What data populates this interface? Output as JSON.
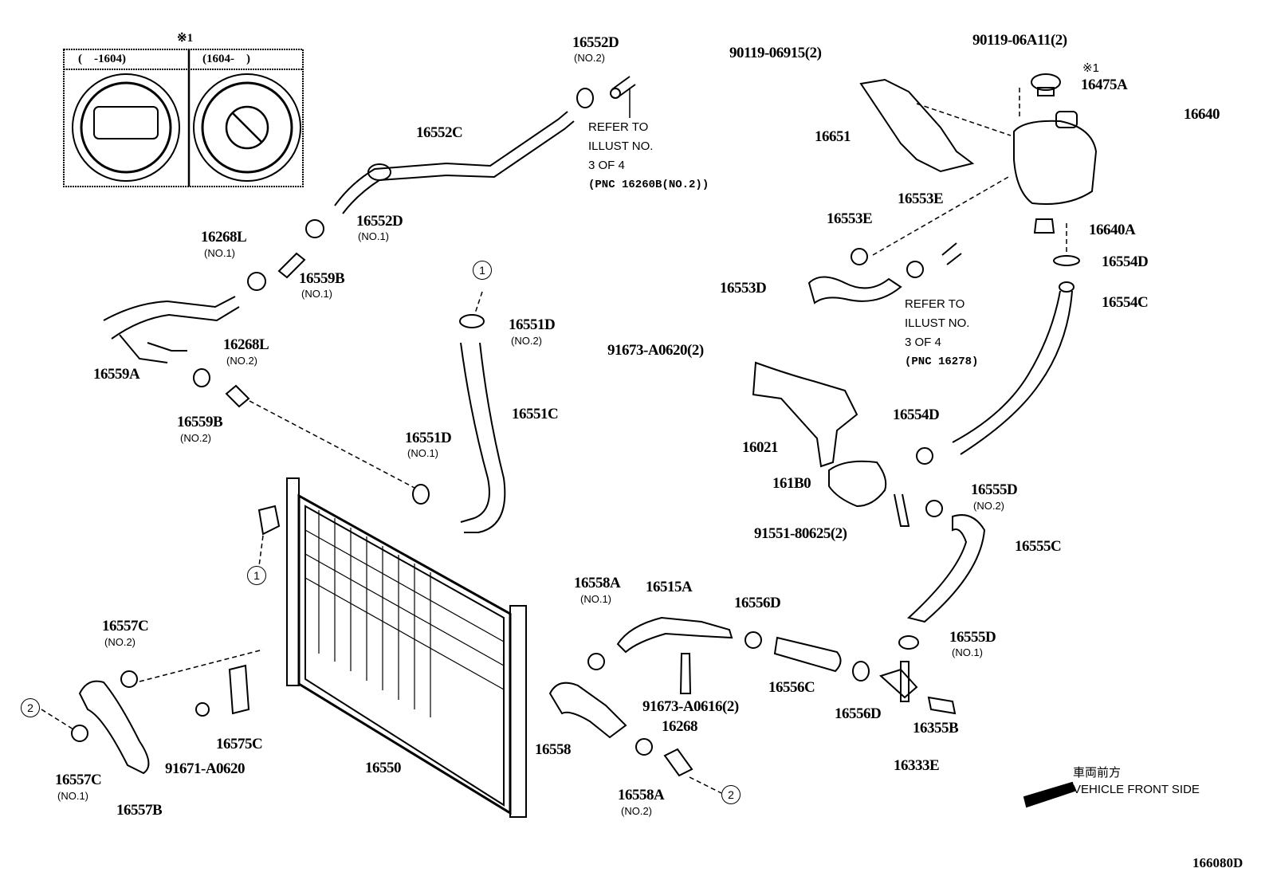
{
  "diagram": {
    "title": "Radiator & Water Outlet",
    "illustration_code": "166080D",
    "direction": {
      "jp": "車両前方",
      "en": "VEHICLE FRONT SIDE"
    },
    "inset": {
      "mark": "※1",
      "left_header": "(    -1604)",
      "right_header": "(1604-    )"
    },
    "notes": {
      "upper": [
        "REFER TO",
        "ILLUST NO.",
        "3 OF 4",
        "(PNC 16260B(NO.2))"
      ],
      "lower": [
        "REFER TO",
        "ILLUST NO.",
        "3 OF 4",
        "(PNC 16278)"
      ]
    },
    "circle_refs": {
      "one": "1",
      "two": "2"
    },
    "labels": {
      "p16552D_no2": "16552D",
      "p16552D_no2_sub": "(NO.2)",
      "p16552C": "16552C",
      "p16552D_no1": "16552D",
      "p16552D_no1_sub": "(NO.1)",
      "p16268L_no1": "16268L",
      "p16268L_no1_sub": "(NO.1)",
      "p16559B_no1": "16559B",
      "p16559B_no1_sub": "(NO.1)",
      "p16559A": "16559A",
      "p16268L_no2": "16268L",
      "p16268L_no2_sub": "(NO.2)",
      "p16559B_no2": "16559B",
      "p16559B_no2_sub": "(NO.2)",
      "p16551D_no2": "16551D",
      "p16551D_no2_sub": "(NO.2)",
      "p16551C": "16551C",
      "p16551D_no1": "16551D",
      "p16551D_no1_sub": "(NO.1)",
      "p90119_06915": "90119-06915(2)",
      "p90119_06A11": "90119-06A11(2)",
      "p16475A_mark": "※1",
      "p16475A": "16475A",
      "p16640": "16640",
      "p16651": "16651",
      "p16553E_a": "16553E",
      "p16553E_b": "16553E",
      "p16553D": "16553D",
      "p16640A": "16640A",
      "p16554D_top": "16554D",
      "p16554C": "16554C",
      "p91673_A0620": "91673-A0620(2)",
      "p16021": "16021",
      "p16554D_mid": "16554D",
      "p161B0": "161B0",
      "p16555D_no2": "16555D",
      "p16555D_no2_sub": "(NO.2)",
      "p91551_80625": "91551-80625(2)",
      "p16555C": "16555C",
      "p16555D_no1": "16555D",
      "p16555D_no1_sub": "(NO.1)",
      "p16558A_no1": "16558A",
      "p16558A_no1_sub": "(NO.1)",
      "p16515A": "16515A",
      "p16556D_top": "16556D",
      "p16556C": "16556C",
      "p16556D_bot": "16556D",
      "p91673_A0616": "91673-A0616(2)",
      "p16268": "16268",
      "p16558": "16558",
      "p16558A_no2": "16558A",
      "p16558A_no2_sub": "(NO.2)",
      "p16355B": "16355B",
      "p16333E": "16333E",
      "p16557C_no2": "16557C",
      "p16557C_no2_sub": "(NO.2)",
      "p16557C_no1": "16557C",
      "p16557C_no1_sub": "(NO.1)",
      "p16557B": "16557B",
      "p91671_A0620": "91671-A0620",
      "p16575C": "16575C",
      "p16550": "16550"
    }
  }
}
